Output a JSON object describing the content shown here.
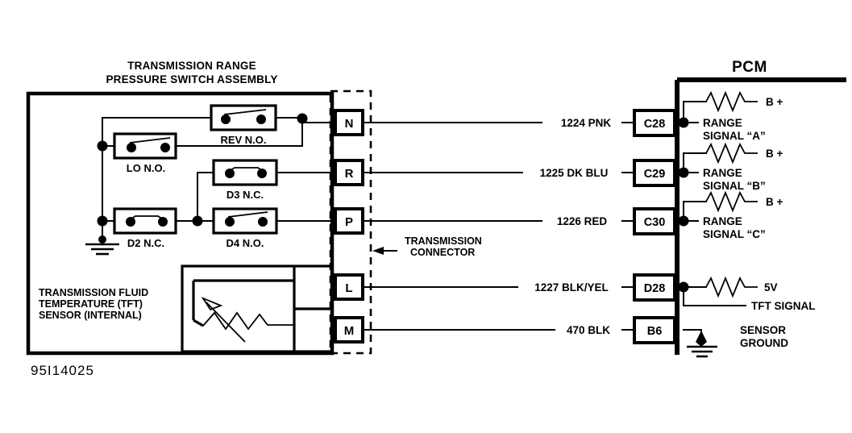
{
  "figure": {
    "number": "95I14025"
  },
  "assembly": {
    "title_line1": "TRANSMISSION RANGE",
    "title_line2": "PRESSURE SWITCH ASSEMBLY",
    "switches": [
      {
        "id": "rev",
        "label": "REV N.O."
      },
      {
        "id": "lo",
        "label": "LO N.O."
      },
      {
        "id": "d3",
        "label": "D3 N.C."
      },
      {
        "id": "d2",
        "label": "D2 N.C."
      },
      {
        "id": "d4",
        "label": "D4 N.O."
      }
    ],
    "tft_sensor": {
      "label_line1": "TRANSMISSION FLUID",
      "label_line2": "TEMPERATURE (TFT)",
      "label_line3": "SENSOR (INTERNAL)"
    }
  },
  "connector": {
    "label_line1": "TRANSMISSION",
    "label_line2": "CONNECTOR",
    "terminals": [
      {
        "id": "n",
        "label": "N"
      },
      {
        "id": "r",
        "label": "R"
      },
      {
        "id": "p",
        "label": "P"
      },
      {
        "id": "l",
        "label": "L"
      },
      {
        "id": "m",
        "label": "M"
      }
    ]
  },
  "wires": [
    {
      "id": "w1224",
      "label": "1224 PNK"
    },
    {
      "id": "w1225",
      "label": "1225 DK BLU"
    },
    {
      "id": "w1226",
      "label": "1226 RED"
    },
    {
      "id": "w1227",
      "label": "1227 BLK/YEL"
    },
    {
      "id": "w470",
      "label": "470 BLK"
    }
  ],
  "pcm": {
    "title": "PCM",
    "terminals": [
      {
        "id": "c28",
        "label": "C28",
        "supply": "B +",
        "signal_line1": "RANGE",
        "signal_line2": "SIGNAL “A”"
      },
      {
        "id": "c29",
        "label": "C29",
        "supply": "B +",
        "signal_line1": "RANGE",
        "signal_line2": "SIGNAL “B”"
      },
      {
        "id": "c30",
        "label": "C30",
        "supply": "B +",
        "signal_line1": "RANGE",
        "signal_line2": "SIGNAL “C”"
      },
      {
        "id": "d28",
        "label": "D28",
        "supply": "5V",
        "signal_line1": "TFT SIGNAL",
        "signal_line2": ""
      },
      {
        "id": "b6",
        "label": "B6",
        "supply": "",
        "signal_line1": "SENSOR",
        "signal_line2": "GROUND"
      }
    ]
  },
  "colors": {
    "ink": "#000000",
    "paper": "#ffffff"
  }
}
